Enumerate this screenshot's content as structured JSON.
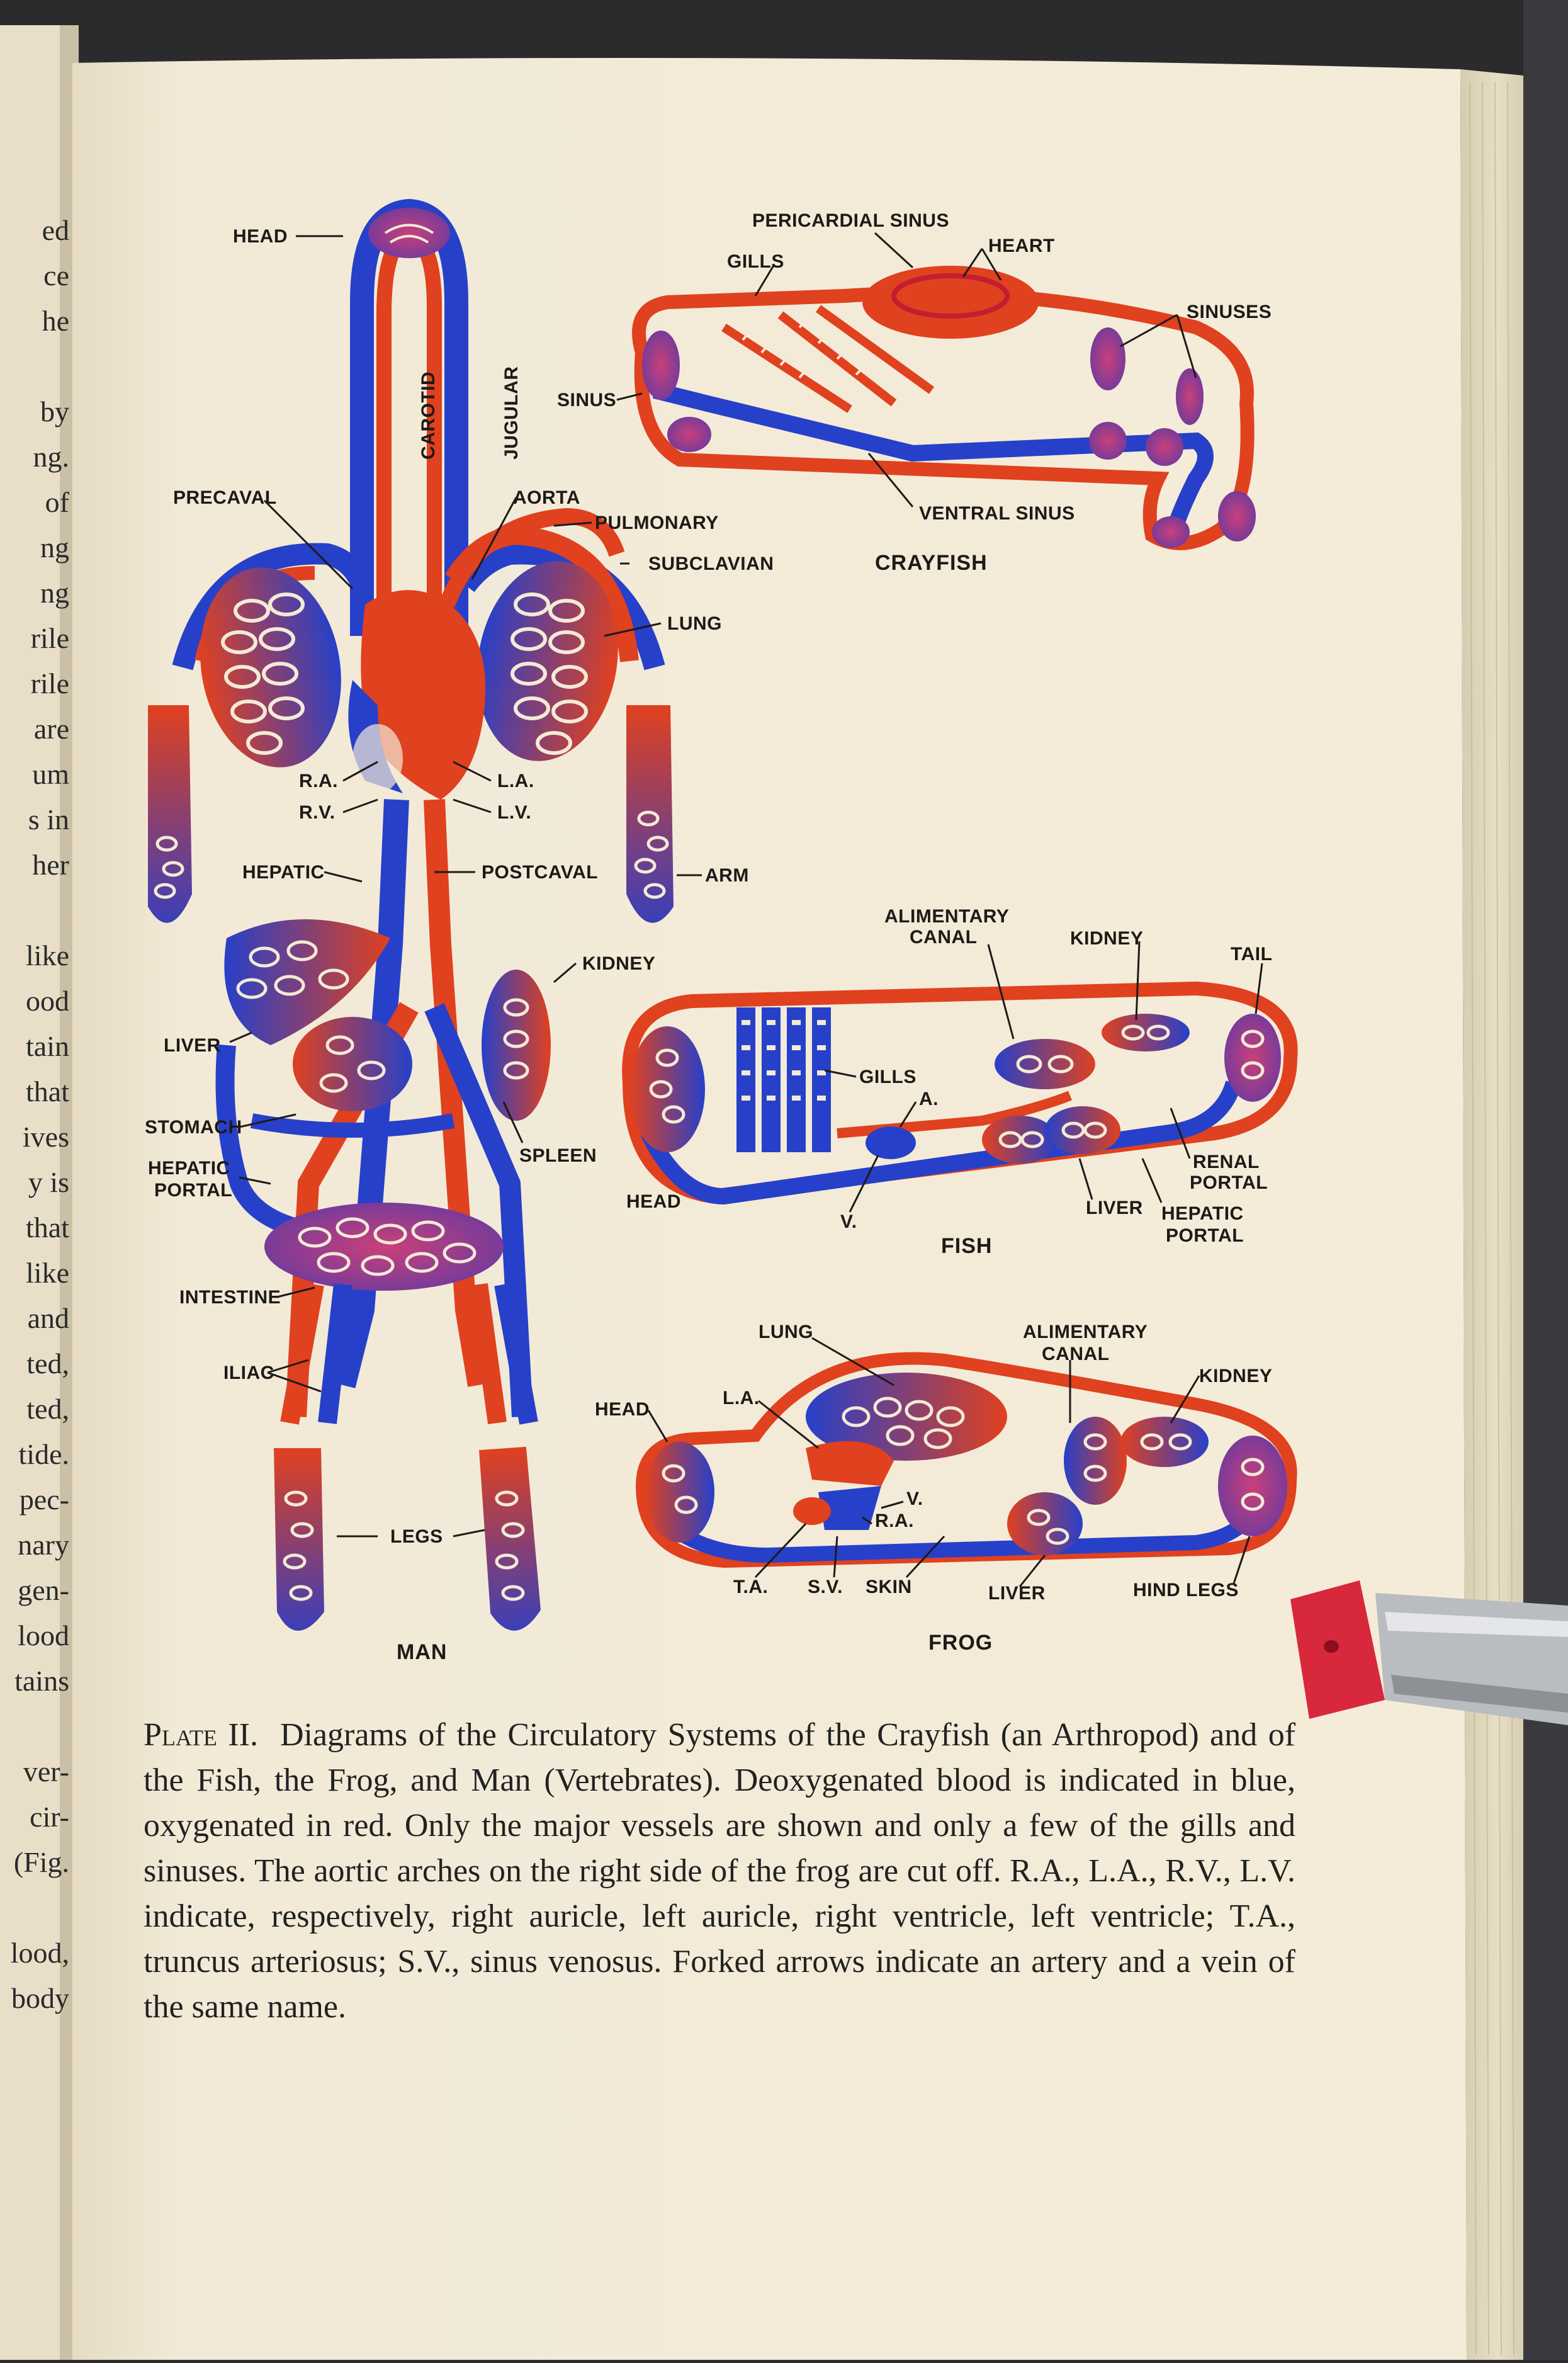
{
  "plate": {
    "man": {
      "title": "MAN",
      "labels": {
        "head": "HEAD",
        "carotid": "CAROTID",
        "jugular": "JUGULAR",
        "precaval": "PRECAVAL",
        "aorta": "AORTA",
        "pulmonary": "PULMONARY",
        "subclavian": "SUBCLAVIAN",
        "lung": "LUNG",
        "ra": "R.A.",
        "rv": "R.V.",
        "la": "L.A.",
        "lv": "L.V.",
        "hepatic": "HEPATIC",
        "postcaval": "POSTCAVAL",
        "arm": "ARM",
        "kidney": "KIDNEY",
        "liver": "LIVER",
        "stomach": "STOMACH",
        "hepatic_portal_1": "HEPATIC",
        "hepatic_portal_2": "PORTAL",
        "spleen": "SPLEEN",
        "intestine": "INTESTINE",
        "iliac": "ILIAC",
        "legs": "LEGS"
      }
    },
    "crayfish": {
      "title": "CRAYFISH",
      "labels": {
        "pericardial_sinus": "PERICARDIAL SINUS",
        "gills": "GILLS",
        "heart": "HEART",
        "sinuses": "SINUSES",
        "sinus": "SINUS",
        "ventral_sinus": "VENTRAL SINUS"
      }
    },
    "fish": {
      "title": "FISH",
      "labels": {
        "alimentary_1": "ALIMENTARY",
        "alimentary_2": "CANAL",
        "kidney": "KIDNEY",
        "tail": "TAIL",
        "gills": "GILLS",
        "a": "A.",
        "v": "V.",
        "head": "HEAD",
        "renal_1": "RENAL",
        "renal_2": "PORTAL",
        "liver": "LIVER",
        "hepatic_1": "HEPATIC",
        "hepatic_2": "PORTAL"
      }
    },
    "frog": {
      "title": "FROG",
      "labels": {
        "lung": "LUNG",
        "alimentary_1": "ALIMENTARY",
        "alimentary_2": "CANAL",
        "kidney": "KIDNEY",
        "head": "HEAD",
        "la": "L.A.",
        "v": "V.",
        "ra": "R.A.",
        "ta": "T.A.",
        "sv": "S.V.",
        "skin": "SKIN",
        "liver": "LIVER",
        "hind_legs": "HIND LEGS"
      }
    },
    "caption": {
      "plate_label": "Plate II.",
      "text": "Diagrams of the Circulatory Systems of the Crayfish (an Arthropod) and of the Fish, the Frog, and Man (Vertebrates). Deoxygenated blood is indicated in blue, oxygenated in red. Only the major vessels are shown and only a few of the gills and sinuses. The aortic arches on the right side of the frog are cut off. R.A., L.A., R.V., L.V. indicate, respectively, right auricle, left auricle, right ventricle, left ventricle; T.A., truncus arteriosus; S.V., sinus venosus. Forked arrows indicate an artery and a vein of the same name."
    }
  },
  "left_page_fragments": [
    "ed",
    "ce",
    "he",
    "",
    "by",
    "ng.",
    "of",
    "ng",
    "ng",
    "rile",
    "rile",
    "are",
    "um",
    "s in",
    "her",
    "",
    "like",
    "ood",
    "tain",
    "that",
    "ives",
    "y is",
    "that",
    "like",
    "and",
    "ted,",
    "ted,",
    "tide.",
    "pec-",
    "nary",
    "gen-",
    "lood",
    "tains",
    "",
    "ver-",
    "cir-",
    "(Fig.",
    "",
    "lood,",
    "body"
  ],
  "colors": {
    "oxygenated": "#e0411f",
    "deoxygenated": "#2740c9",
    "paper": "#f3ead6"
  }
}
